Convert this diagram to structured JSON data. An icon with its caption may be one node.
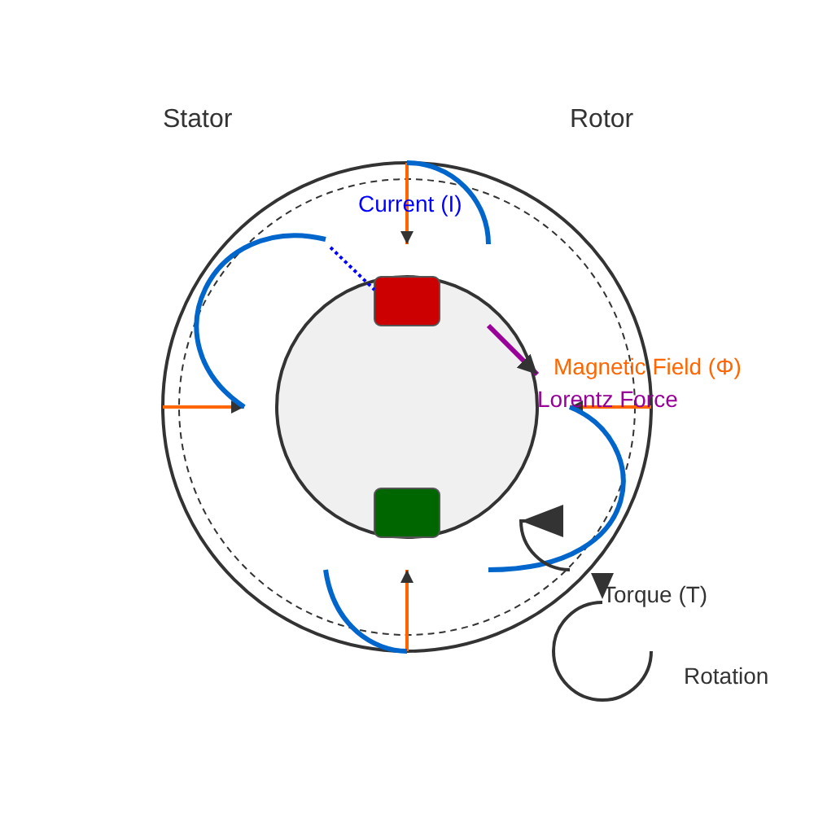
{
  "diagram": {
    "labels": [
      "Stator",
      "Rotor",
      "Current (I)",
      "Magnetic Field (Φ)",
      "Lorentz Force",
      "Torque (T)",
      "Rotation"
    ]
  }
}
